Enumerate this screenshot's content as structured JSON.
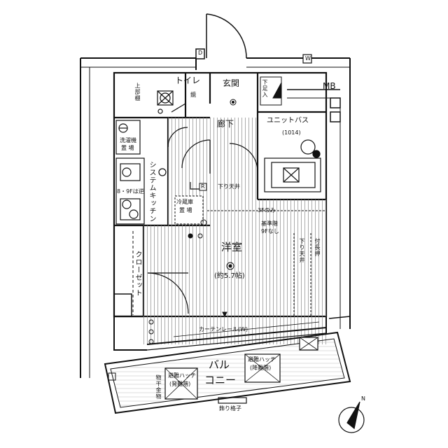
{
  "plan": {
    "rooms": {
      "toilet": "トイレ",
      "entrance": "玄関",
      "shoe_box": "下足入",
      "mb": "MB",
      "corridor": "廊下",
      "unit_bath": "ユニットバス",
      "unit_bath_size": "(1014)",
      "washer": "洗濯機",
      "washer2": "置 場",
      "system_kitchen": "システムキッチン",
      "floor_note": "8・9Fは逆",
      "fridge": "冷蔵庫",
      "fridge2": "置 場",
      "lowered_ceiling_1": "下り天井",
      "only_3f": "3Fのみ",
      "base_floor": "基準階",
      "no_9f": "9Fなし",
      "western_room": "洋室",
      "western_room_size": "(約5.7帖)",
      "lowered_ceiling_2": "下り天井",
      "attached_beam": "付長押",
      "closet": "クローゼット",
      "curtain_rail": "カーテンレール(W)",
      "balcony_1": "バル",
      "balcony_2": "コニー",
      "hatch_left_1": "避難ハッチ",
      "hatch_left_2": "(発難階)",
      "hatch_right_1": "避難ハッチ",
      "hatch_right_2": "(降難階)",
      "storage": "物干金物",
      "lattice": "飾り格子",
      "kamidai": "上部棚",
      "door_d": "D",
      "door_w": "W",
      "door_r": "R",
      "mirror": "鏡",
      "north": "N"
    }
  }
}
